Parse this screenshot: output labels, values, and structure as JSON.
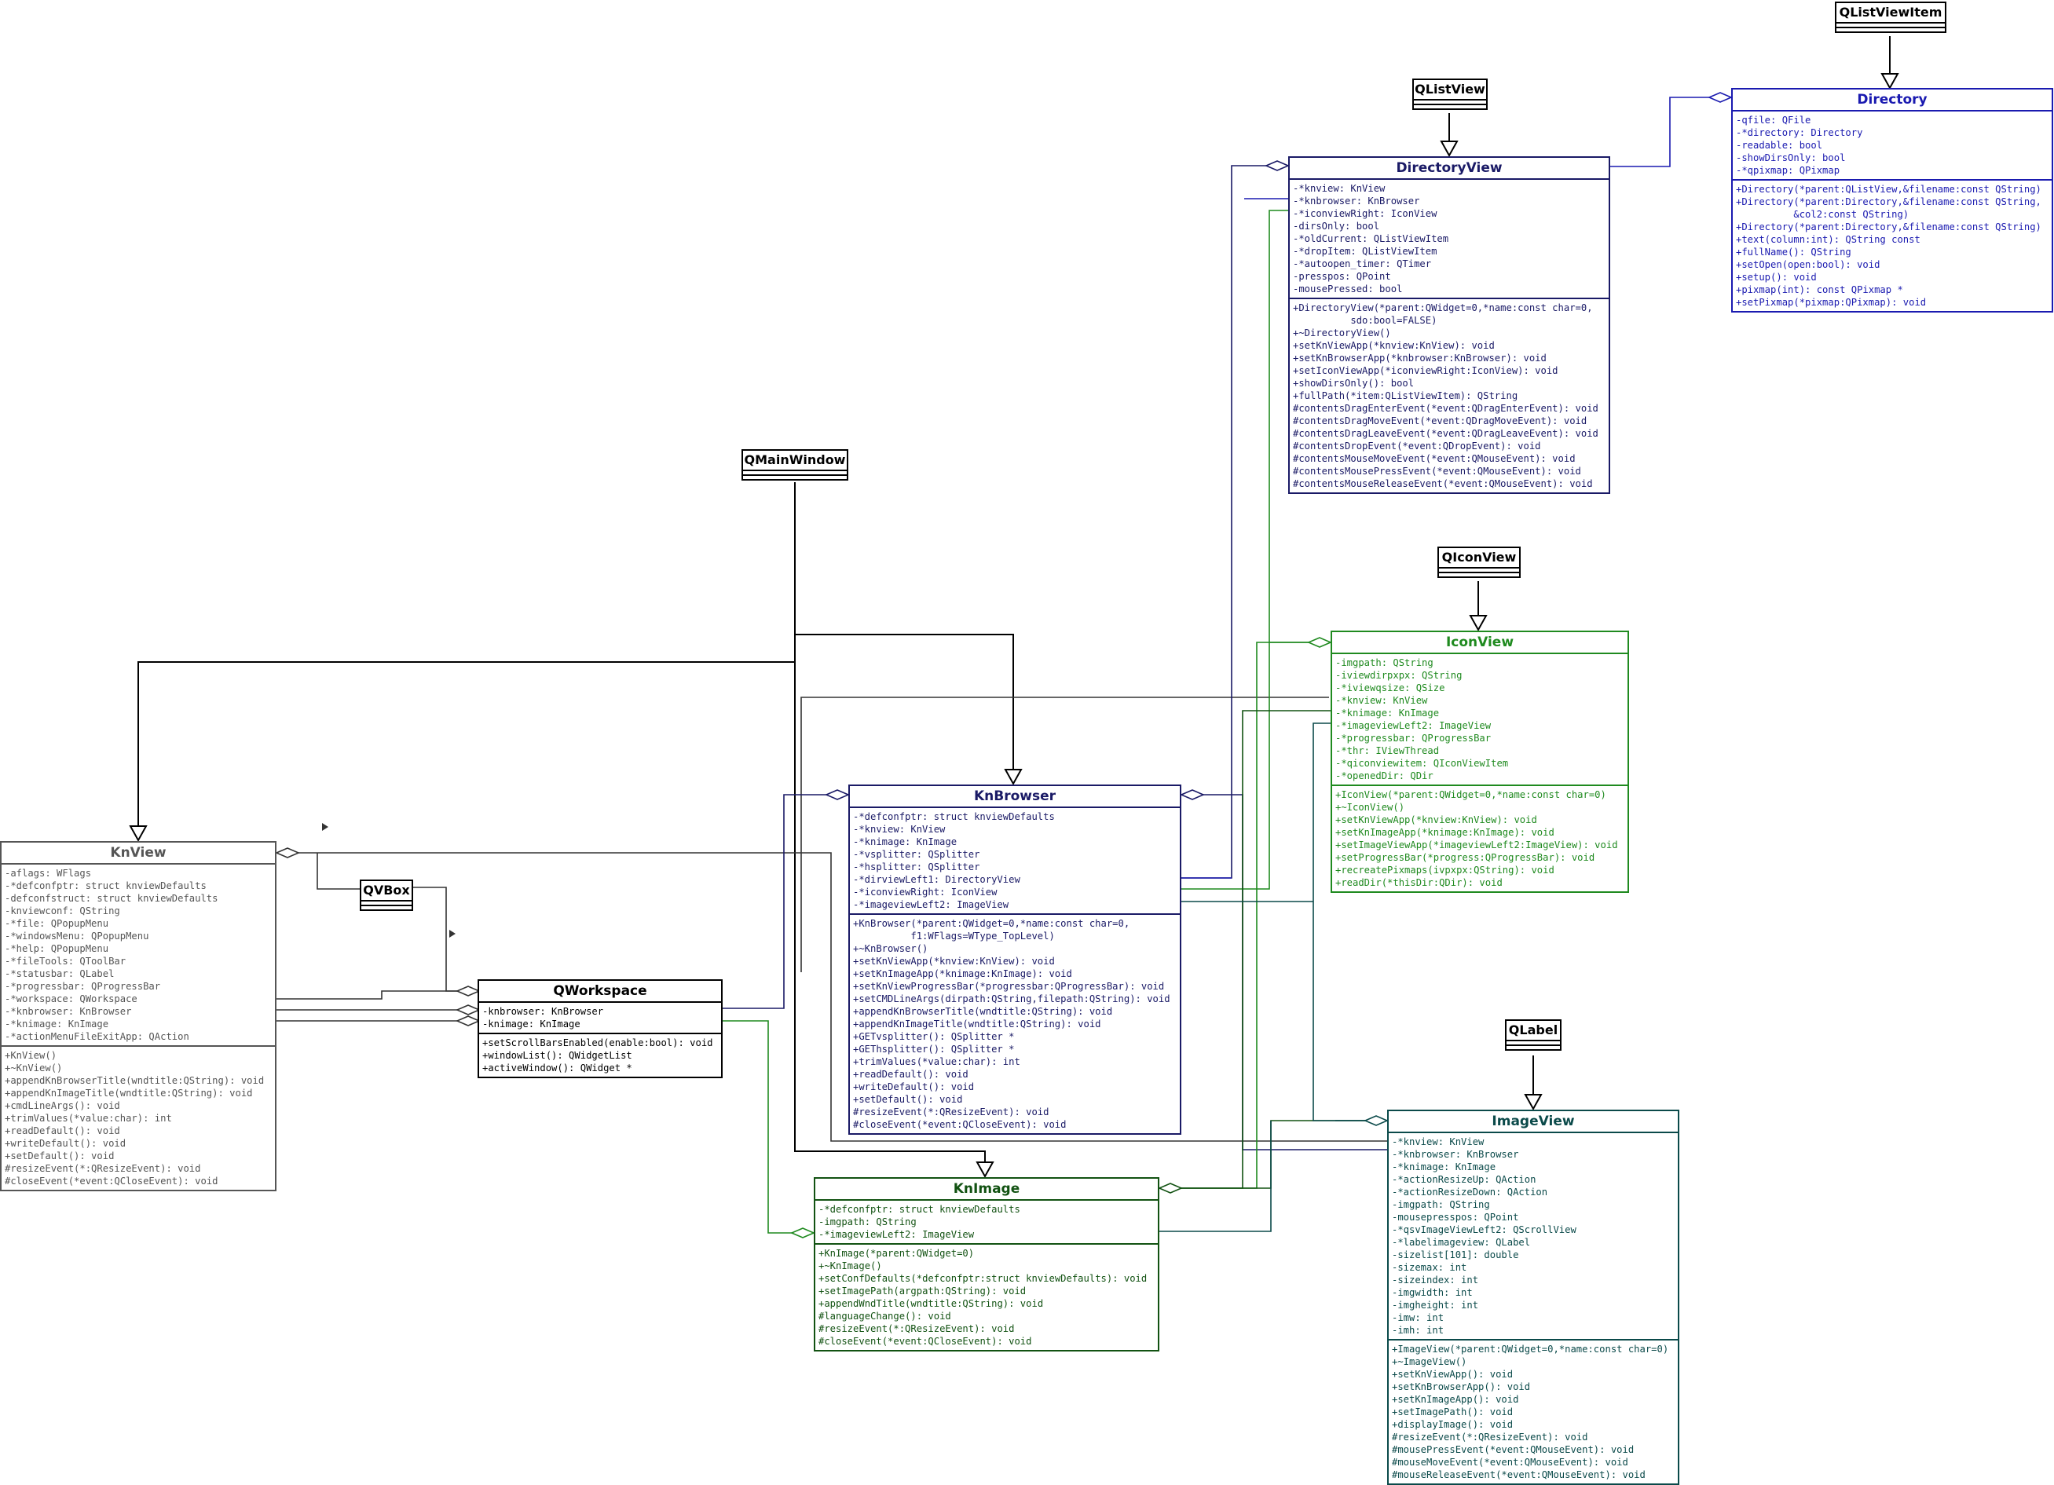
{
  "colors": {
    "gray": "#555555",
    "black": "#000000",
    "navy": "#1a1a66",
    "blue": "#1a1ab0",
    "green": "#1f8a1f",
    "dkgreen": "#125212",
    "teal": "#0b4a4a"
  },
  "classes": {
    "knview": {
      "name": "KnView",
      "attributes": [
        "-aflags: WFlags",
        "-*defconfptr: struct knviewDefaults",
        "-defconfstruct: struct knviewDefaults",
        "-knviewconf: QString",
        "-*file: QPopupMenu",
        "-*windowsMenu: QPopupMenu",
        "-*help: QPopupMenu",
        "-*fileTools: QToolBar",
        "-*statusbar: QLabel",
        "-*progressbar: QProgressBar",
        "-*workspace: QWorkspace",
        "-*knbrowser: KnBrowser",
        "-*knimage: KnImage",
        "-*actionMenuFileExitApp: QAction"
      ],
      "operations": [
        "+KnView()",
        "+~KnView()",
        "+appendKnBrowserTitle(wndtitle:QString): void",
        "+appendKnImageTitle(wndtitle:QString): void",
        "+cmdLineArgs(): void",
        "+trimValues(*value:char): int",
        "+readDefault(): void",
        "+writeDefault(): void",
        "+setDefault(): void",
        "#resizeEvent(*:QResizeEvent): void",
        "#closeEvent(*event:QCloseEvent): void"
      ]
    },
    "qworkspace": {
      "name": "QWorkspace",
      "attributes": [
        "-knbrowser: KnBrowser",
        "-knimage: KnImage"
      ],
      "operations": [
        "+setScrollBarsEnabled(enable:bool): void",
        "+windowList(): QWidgetList",
        "+activeWindow(): QWidget *"
      ]
    },
    "knbrowser": {
      "name": "KnBrowser",
      "attributes": [
        "-*defconfptr: struct knviewDefaults",
        "-*knview: KnView",
        "-*knimage: KnImage",
        "-*vsplitter: QSplitter",
        "-*hsplitter: QSplitter",
        "-*dirviewLeft1: DirectoryView",
        "-*iconviewRight: IconView",
        "-*imageviewLeft2: ImageView"
      ],
      "operations": [
        "+KnBrowser(*parent:QWidget=0,*name:const char=0,",
        "          f1:WFlags=WType_TopLevel)",
        "+~KnBrowser()",
        "+setKnViewApp(*knview:KnView): void",
        "+setKnImageApp(*knimage:KnImage): void",
        "+setKnViewProgressBar(*progressbar:QProgressBar): void",
        "+setCMDLineArgs(dirpath:QString,filepath:QString): void",
        "+appendKnBrowserTitle(wndtitle:QString): void",
        "+appendKnImageTitle(wndtitle:QString): void",
        "+GETvsplitter(): QSplitter *",
        "+GEThsplitter(): QSplitter *",
        "+trimValues(*value:char): int",
        "+readDefault(): void",
        "+writeDefault(): void",
        "+setDefault(): void",
        "#resizeEvent(*:QResizeEvent): void",
        "#closeEvent(*event:QCloseEvent): void"
      ]
    },
    "knimage": {
      "name": "KnImage",
      "attributes": [
        "-*defconfptr: struct knviewDefaults",
        "-imgpath: QString",
        "-*imageviewLeft2: ImageView"
      ],
      "operations": [
        "+KnImage(*parent:QWidget=0)",
        "+~KnImage()",
        "+setConfDefaults(*defconfptr:struct knviewDefaults): void",
        "+setImagePath(argpath:QString): void",
        "+appendWndTitle(wndtitle:QString): void",
        "#languageChange(): void",
        "#resizeEvent(*:QResizeEvent): void",
        "#closeEvent(*event:QCloseEvent): void"
      ]
    },
    "directoryview": {
      "name": "DirectoryView",
      "attributes": [
        "-*knview: KnView",
        "-*knbrowser: KnBrowser",
        "-*iconviewRight: IconView",
        "-dirsOnly: bool",
        "-*oldCurrent: QListViewItem",
        "-*dropItem: QListViewItem",
        "-*autoopen_timer: QTimer",
        "-presspos: QPoint",
        "-mousePressed: bool"
      ],
      "operations": [
        "+DirectoryView(*parent:QWidget=0,*name:const char=0,",
        "          sdo:bool=FALSE)",
        "+~DirectoryView()",
        "+setKnViewApp(*knview:KnView): void",
        "+setKnBrowserApp(*knbrowser:KnBrowser): void",
        "+setIconViewApp(*iconviewRight:IconView): void",
        "+showDirsOnly(): bool",
        "+fullPath(*item:QListViewItem): QString",
        "#contentsDragEnterEvent(*event:QDragEnterEvent): void",
        "#contentsDragMoveEvent(*event:QDragMoveEvent): void",
        "#contentsDragLeaveEvent(*event:QDragLeaveEvent): void",
        "#contentsDropEvent(*event:QDropEvent): void",
        "#contentsMouseMoveEvent(*event:QMouseEvent): void",
        "#contentsMousePressEvent(*event:QMouseEvent): void",
        "#contentsMouseReleaseEvent(*event:QMouseEvent): void"
      ]
    },
    "directory": {
      "name": "Directory",
      "attributes": [
        "-qfile: QFile",
        "-*directory: Directory",
        "-readable: bool",
        "-showDirsOnly: bool",
        "-*qpixmap: QPixmap"
      ],
      "operations": [
        "+Directory(*parent:QListView,&filename:const QString)",
        "+Directory(*parent:Directory,&filename:const QString,",
        "          &col2:const QString)",
        "+Directory(*parent:Directory,&filename:const QString)",
        "+text(column:int): QString const",
        "+fullName(): QString",
        "+setOpen(open:bool): void",
        "+setup(): void",
        "+pixmap(int): const QPixmap *",
        "+setPixmap(*pixmap:QPixmap): void"
      ]
    },
    "iconview": {
      "name": "IconView",
      "attributes": [
        "-imgpath: QString",
        "-iviewdirpxpx: QString",
        "-*iviewqsize: QSize",
        "-*knview: KnView",
        "-*knimage: KnImage",
        "-*imageviewLeft2: ImageView",
        "-*progressbar: QProgressBar",
        "-*thr: IViewThread",
        "-*qiconviewitem: QIconViewItem",
        "-*openedDir: QDir"
      ],
      "operations": [
        "+IconView(*parent:QWidget=0,*name:const char=0)",
        "+~IconView()",
        "+setKnViewApp(*knview:KnView): void",
        "+setKnImageApp(*knimage:KnImage): void",
        "+setImageViewApp(*imageviewLeft2:ImageView): void",
        "+setProgressBar(*progress:QProgressBar): void",
        "+recreatePixmaps(ivpxpx:QString): void",
        "+readDir(*thisDir:QDir): void"
      ]
    },
    "imageview": {
      "name": "ImageView",
      "attributes": [
        "-*knview: KnView",
        "-*knbrowser: KnBrowser",
        "-*knimage: KnImage",
        "-*actionResizeUp: QAction",
        "-*actionResizeDown: QAction",
        "-imgpath: QString",
        "-mousepresspos: QPoint",
        "-*qsvImageViewLeft2: QScrollView",
        "-*labelimageview: QLabel",
        "-sizelist[101]: double",
        "-sizemax: int",
        "-sizeindex: int",
        "-imgwidth: int",
        "-imgheight: int",
        "-imw: int",
        "-imh: int"
      ],
      "operations": [
        "+ImageView(*parent:QWidget=0,*name:const char=0)",
        "+~ImageView()",
        "+setKnViewApp(): void",
        "+setKnBrowserApp(): void",
        "+setKnImageApp(): void",
        "+setImagePath(): void",
        "+displayImage(): void",
        "#resizeEvent(*:QResizeEvent): void",
        "#mousePressEvent(*event:QMouseEvent): void",
        "#mouseMoveEvent(*event:QMouseEvent): void",
        "#mouseReleaseEvent(*event:QMouseEvent): void"
      ]
    }
  },
  "bases": {
    "qmainwindow": "QMainWindow",
    "qvbox": "QVBox",
    "qlistview": "QListView",
    "qlistviewitem": "QListViewItem",
    "qiconview": "QIconView",
    "qlabel": "QLabel"
  }
}
